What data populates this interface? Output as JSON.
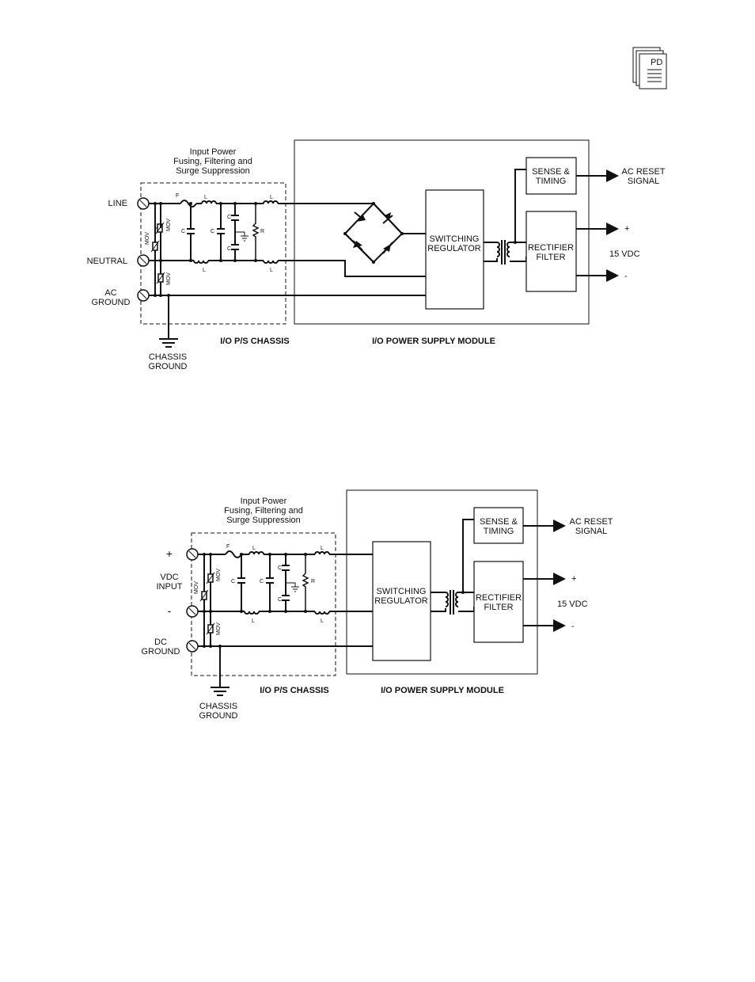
{
  "logo": {
    "icon": "pdf-document-icon",
    "text": "PD"
  },
  "ac_diagram": {
    "header_line1": "Input Power",
    "header_line2": "Fusing, Filtering and",
    "header_line3": "Surge Suppression",
    "terminal_line": "LINE",
    "terminal_neutral": "NEUTRAL",
    "terminal_ground_1": "AC",
    "terminal_ground_2": "GROUND",
    "chassis_ground_1": "CHASSIS",
    "chassis_ground_2": "GROUND",
    "chassis_label": "I/O P/S CHASSIS",
    "module_label": "I/O POWER SUPPLY MODULE",
    "regulator_1": "SWITCHING",
    "regulator_2": "REGULATOR",
    "sense_1": "SENSE &",
    "sense_2": "TIMING",
    "rectifier_1": "RECTIFIER",
    "rectifier_2": "FILTER",
    "reset_1": "AC RESET",
    "reset_2": "SIGNAL",
    "plus": "+",
    "minus": "-",
    "output": "15 VDC",
    "fuse": "F",
    "inductor": "L",
    "capacitor": "C",
    "resistor": "R",
    "mov": "MOV"
  },
  "dc_diagram": {
    "header_line1": "Input Power",
    "header_line2": "Fusing, Filtering and",
    "header_line3": "Surge Suppression",
    "terminal_plus": "+",
    "input_1": "VDC",
    "input_2": "INPUT",
    "terminal_minus": "-",
    "terminal_ground_1": "DC",
    "terminal_ground_2": "GROUND",
    "chassis_ground_1": "CHASSIS",
    "chassis_ground_2": "GROUND",
    "chassis_label": "I/O P/S CHASSIS",
    "module_label": "I/O POWER SUPPLY MODULE",
    "regulator_1": "SWITCHING",
    "regulator_2": "REGULATOR",
    "sense_1": "SENSE &",
    "sense_2": "TIMING",
    "rectifier_1": "RECTIFIER",
    "rectifier_2": "FILTER",
    "reset_1": "AC RESET",
    "reset_2": "SIGNAL",
    "plus": "+",
    "minus": "-",
    "output": "15 VDC",
    "fuse": "F",
    "inductor": "L",
    "capacitor": "C",
    "resistor": "R",
    "mov": "MOV"
  }
}
